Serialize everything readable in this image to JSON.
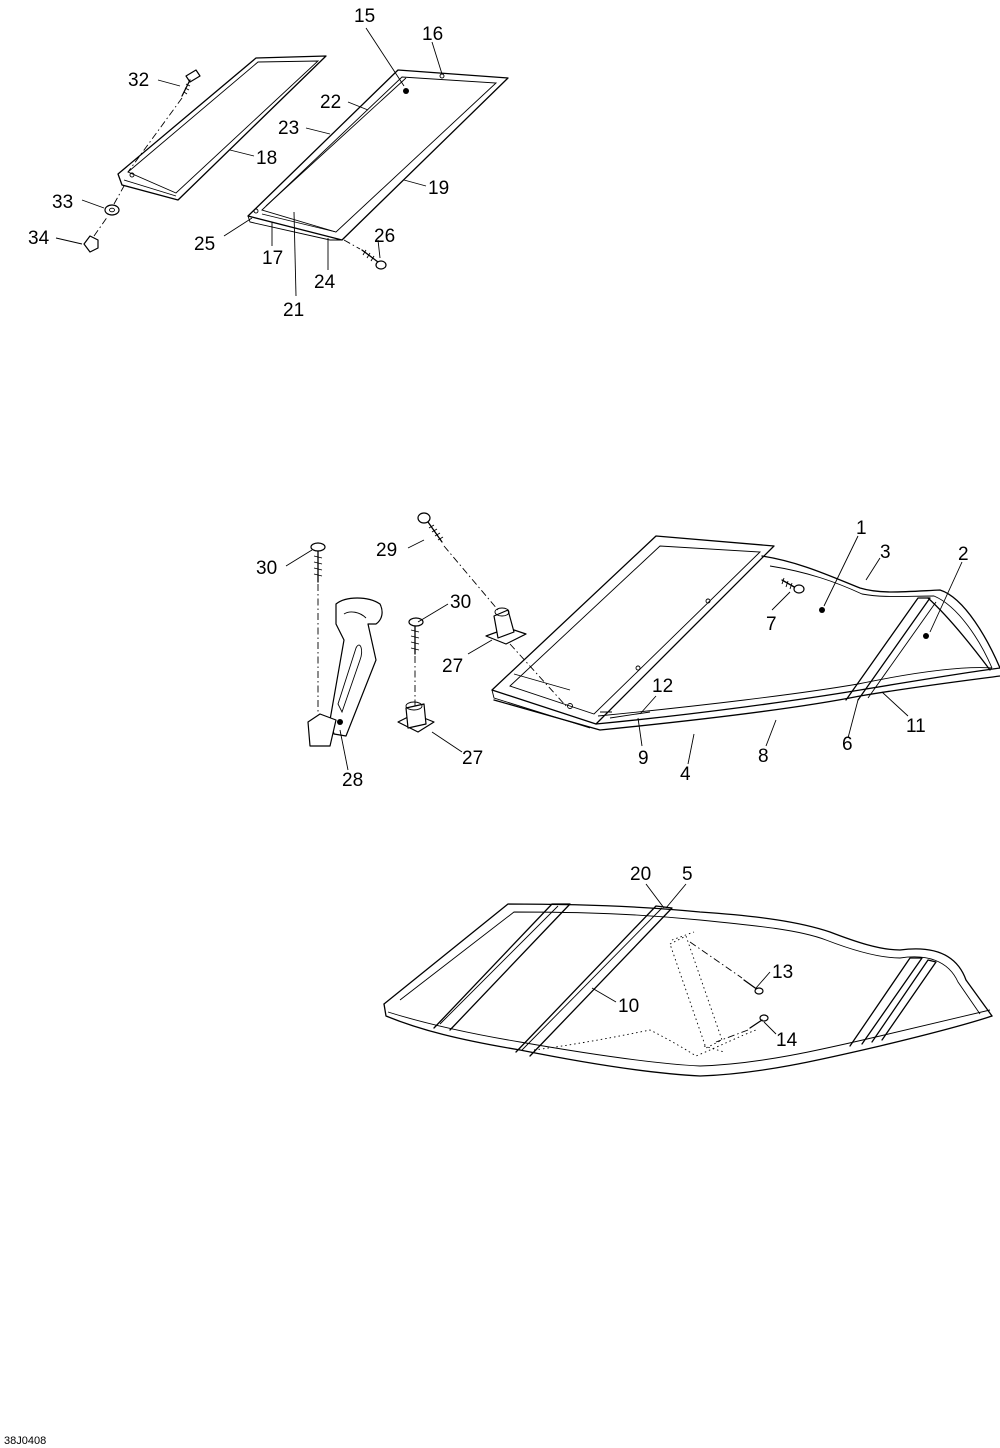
{
  "diagram": {
    "reference_code": "38J0408",
    "callouts": [
      {
        "id": "c15",
        "text": "15"
      },
      {
        "id": "c16",
        "text": "16"
      },
      {
        "id": "c32",
        "text": "32"
      },
      {
        "id": "c22",
        "text": "22"
      },
      {
        "id": "c23",
        "text": "23"
      },
      {
        "id": "c18",
        "text": "18"
      },
      {
        "id": "c19",
        "text": "19"
      },
      {
        "id": "c33",
        "text": "33"
      },
      {
        "id": "c34",
        "text": "34"
      },
      {
        "id": "c25",
        "text": "25"
      },
      {
        "id": "c26",
        "text": "26"
      },
      {
        "id": "c17",
        "text": "17"
      },
      {
        "id": "c24",
        "text": "24"
      },
      {
        "id": "c21",
        "text": "21"
      },
      {
        "id": "c1",
        "text": "1"
      },
      {
        "id": "c3",
        "text": "3"
      },
      {
        "id": "c2",
        "text": "2"
      },
      {
        "id": "c29",
        "text": "29"
      },
      {
        "id": "c30a",
        "text": "30"
      },
      {
        "id": "c30b",
        "text": "30"
      },
      {
        "id": "c7",
        "text": "7"
      },
      {
        "id": "c27a",
        "text": "27"
      },
      {
        "id": "c12",
        "text": "12"
      },
      {
        "id": "c11",
        "text": "11"
      },
      {
        "id": "c6",
        "text": "6"
      },
      {
        "id": "c9",
        "text": "9"
      },
      {
        "id": "c4",
        "text": "4"
      },
      {
        "id": "c8",
        "text": "8"
      },
      {
        "id": "c27b",
        "text": "27"
      },
      {
        "id": "c28",
        "text": "28"
      },
      {
        "id": "c20",
        "text": "20"
      },
      {
        "id": "c5",
        "text": "5"
      },
      {
        "id": "c13",
        "text": "13"
      },
      {
        "id": "c10",
        "text": "10"
      },
      {
        "id": "c14",
        "text": "14"
      }
    ]
  }
}
